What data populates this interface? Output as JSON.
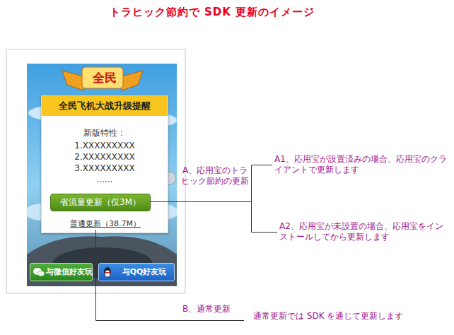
{
  "diagram": {
    "title": "トラヒック節約で SDK 更新のイメージ",
    "nodes": [
      {
        "text": [
          "全民飞机大战升级提醒",
          "新版特性：",
          "1.XXXXXXXXX",
          "2.XXXXXXXXX",
          "3.XXXXXXXXX",
          "......"
        ]
      },
      {
        "text": [
          "省流量更新（仅3M）"
        ],
        "in": 0
      },
      {
        "text": [
          "普通更新（38.7M）"
        ],
        "in": 0
      },
      {
        "text": [
          "与微信好友玩"
        ]
      },
      {
        "text": [
          "与QQ好友玩"
        ]
      }
    ],
    "labels": [
      "全民",
      "A、応用宝のトラヒック節約の更新",
      "A1、応用宝が設置済みの場合、応用宝のクライアントで更新します",
      "A2、応用宝が未設置の場合、応用宝をインストールしてから更新します",
      "B、通常更新",
      "通常更新では SDK を通じて更新します"
    ]
  }
}
